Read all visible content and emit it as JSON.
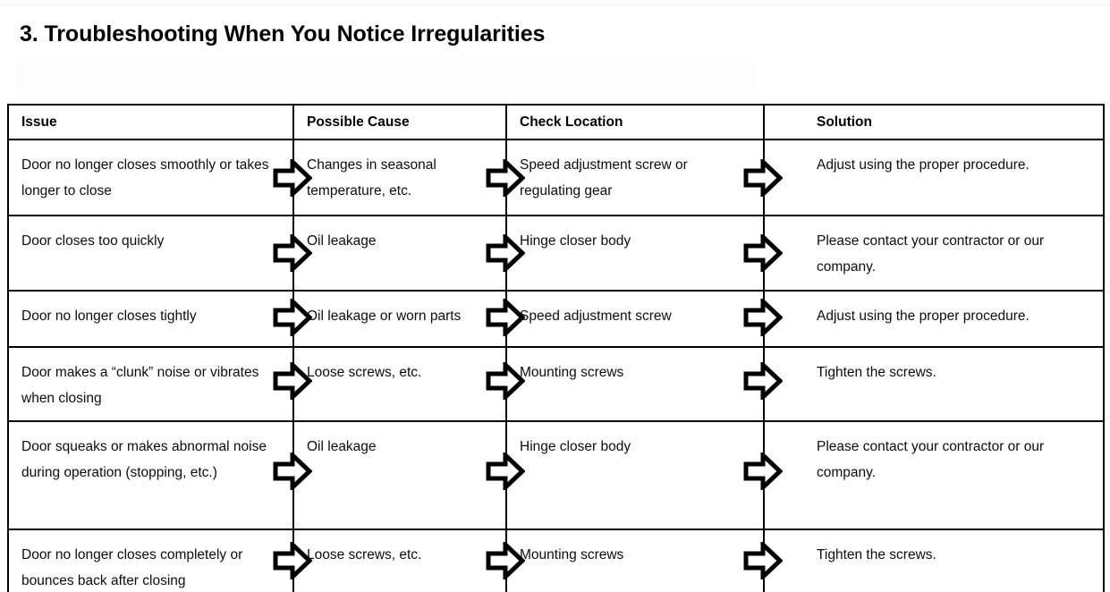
{
  "document": {
    "heading": "3. Troubleshooting When You Notice Irregularities"
  },
  "table": {
    "columns": [
      {
        "key": "issue",
        "label": "Issue"
      },
      {
        "key": "cause",
        "label": "Possible Cause"
      },
      {
        "key": "location",
        "label": "Check Location"
      },
      {
        "key": "solution",
        "label": "Solution"
      }
    ],
    "arrow_glyph": "hollow-right-block-arrow",
    "rows": [
      {
        "issue": "Door no longer closes smoothly or takes longer to close",
        "cause": "Changes in seasonal temperature, etc.",
        "location": "Speed adjustment screw or regulating gear",
        "solution": "Adjust using the proper procedure."
      },
      {
        "issue": "Door closes too quickly",
        "cause": "Oil leakage",
        "location": "Hinge closer body",
        "solution": "Please contact your contractor or our company."
      },
      {
        "issue": "Door no longer closes tightly",
        "cause": "Oil leakage or worn parts",
        "location": "Speed adjustment screw",
        "solution": "Adjust using the proper procedure."
      },
      {
        "issue": "Door makes a “clunk” noise or vibrates when closing",
        "cause": "Loose screws, etc.",
        "location": "Mounting screws",
        "solution": "Tighten the screws."
      },
      {
        "issue": "Door squeaks or makes abnormal noise during operation (stopping, etc.)",
        "cause": "Oil leakage",
        "location": "Hinge closer body",
        "solution": "Please contact your contractor or our company."
      },
      {
        "issue": "Door no longer closes completely or bounces back after closing",
        "cause": "Loose screws, etc.",
        "location": "Mounting screws",
        "solution": "Tighten the screws."
      }
    ]
  },
  "colors": {
    "text": "#0d0d0d",
    "border": "#000000",
    "background": "#ffffff",
    "hairline": "#f1f1f1",
    "ghost_panel": "#fdfdfd"
  }
}
